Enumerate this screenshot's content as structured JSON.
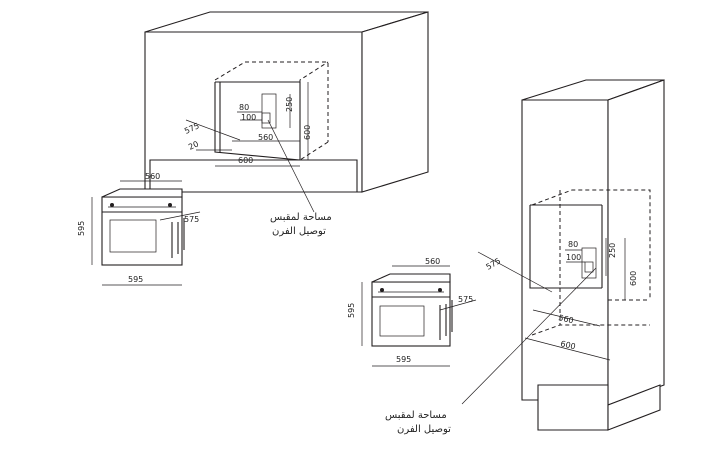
{
  "figure": {
    "built_in_under_counter": {
      "dims": {
        "d80": "80",
        "d100": "100",
        "d250": "250",
        "d600_h": "600",
        "d575": "575",
        "d560": "560",
        "d20": "20",
        "d600_w": "600"
      },
      "oven_front": {
        "d560": "560",
        "d595_h": "595",
        "d575": "575",
        "d595_w": "595"
      },
      "callout": {
        "line1": "مساحة لمقبس",
        "line2": "توصيل الفرن"
      }
    },
    "tall_column": {
      "dims": {
        "d80": "80",
        "d100": "100",
        "d250": "250",
        "d600_h": "600",
        "d575": "575",
        "d560": "560",
        "d600_w": "600"
      },
      "oven_front": {
        "d560": "560",
        "d595_h": "595",
        "d575": "575",
        "d595_w": "595"
      },
      "callout": {
        "line1": "مساحة لمقبس",
        "line2": "توصيل الفرن"
      }
    }
  }
}
